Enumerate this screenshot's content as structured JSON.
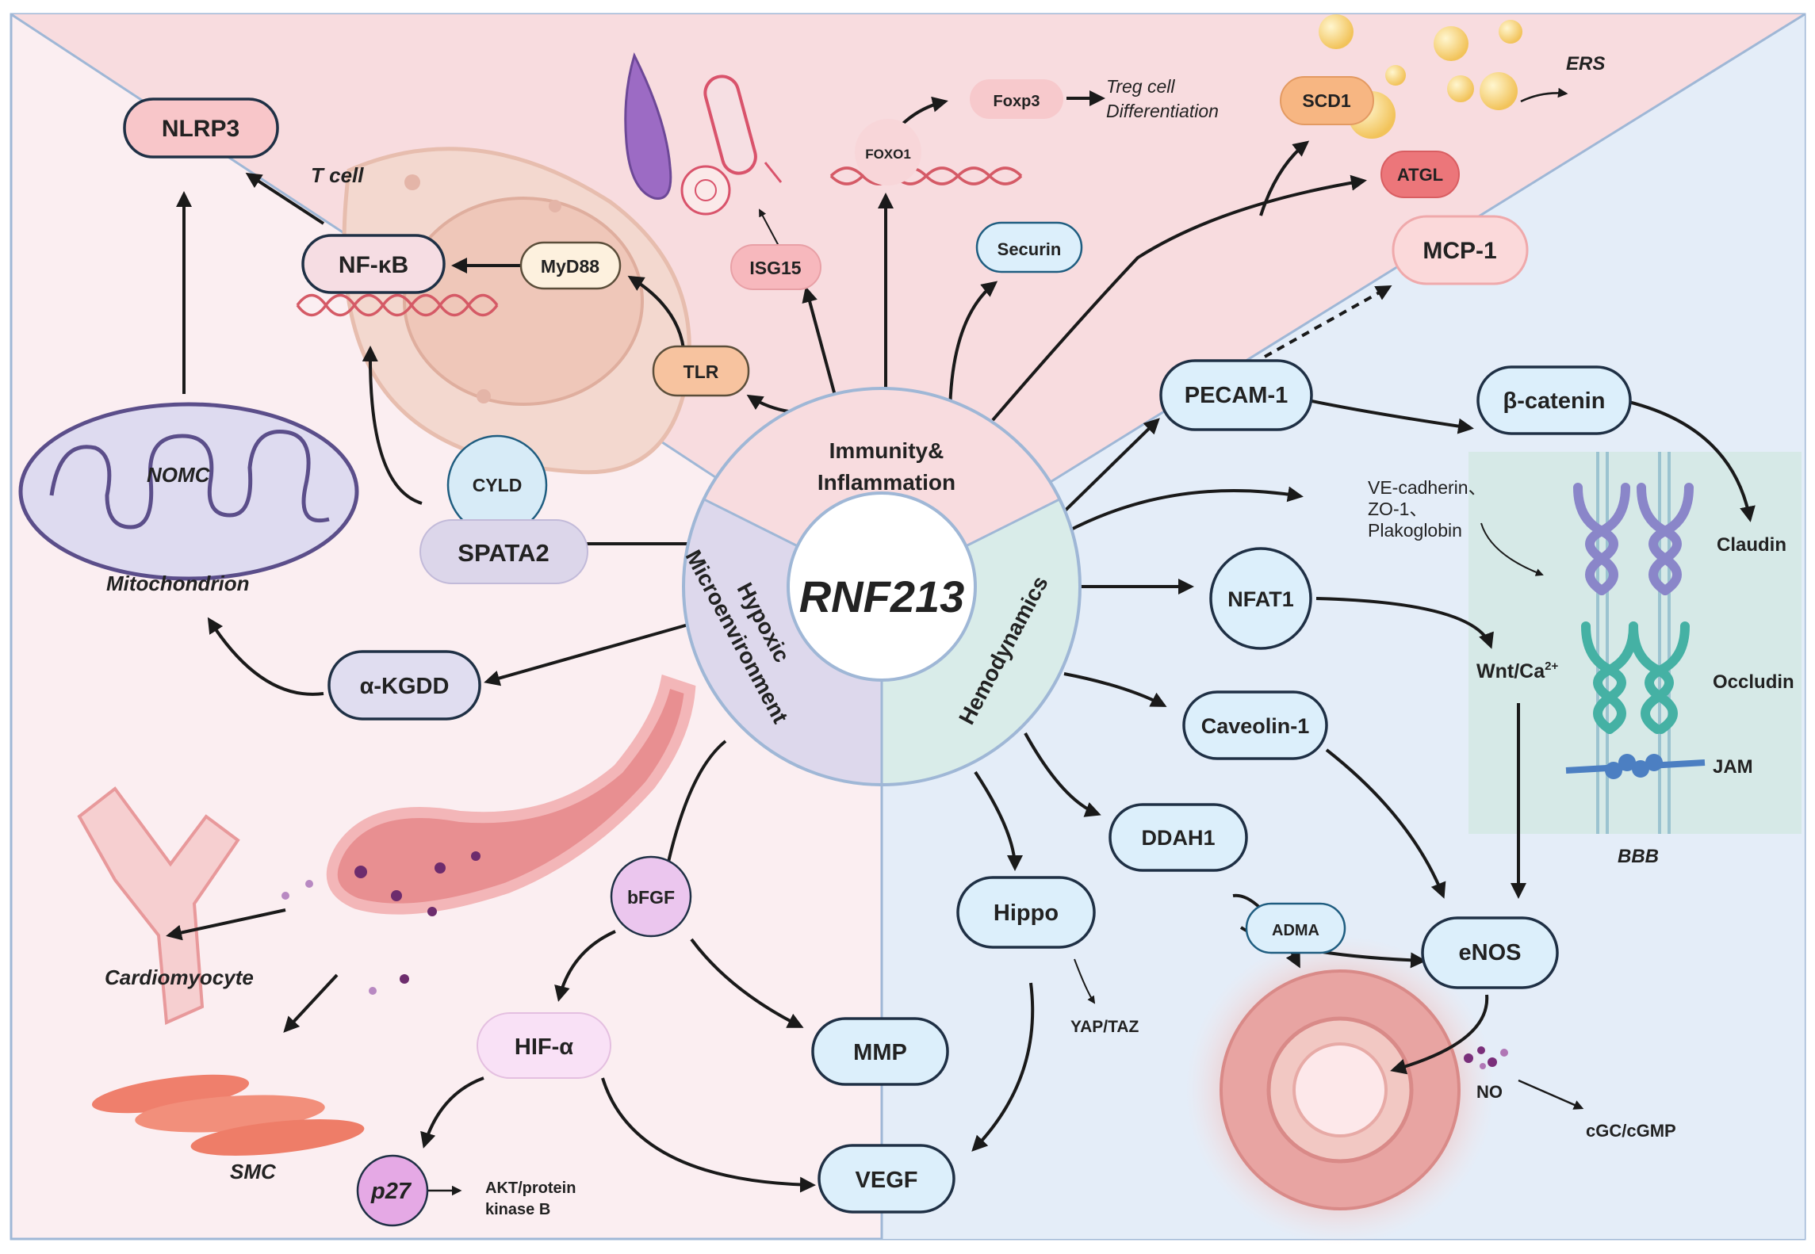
{
  "center": {
    "title": "RNF213",
    "sections": {
      "immunity": [
        "Immunity&",
        "Inflammation"
      ],
      "hypoxic": [
        "Hypoxic",
        "Microenvironment"
      ],
      "hemo": "Hemodynamics"
    }
  },
  "nodes": {
    "nlrp3": "NLRP3",
    "nfkb": "NF-κB",
    "myd88": "MyD88",
    "tlr": "TLR",
    "isg15": "ISG15",
    "foxo1": "FOXO1",
    "foxp3": "Foxp3",
    "treg": [
      "Treg cell",
      "Differentiation"
    ],
    "securin": "Securin",
    "scd1": "SCD1",
    "ers": "ERS",
    "atgl": "ATGL",
    "mcp1": "MCP-1",
    "cyld": "CYLD",
    "spata2": "SPATA2",
    "akgdd": "α-KGDD",
    "bfgf": "bFGF",
    "hifa": "HIF-α",
    "p27": "p27",
    "akt": [
      "AKT/protein",
      "kinase B"
    ],
    "mmp": "MMP",
    "vegf": "VEGF",
    "pecam": "PECAM-1",
    "bcatenin": "β-catenin",
    "vecad": [
      "VE-cadherin、",
      "ZO-1、",
      "Plakoglobin"
    ],
    "nfat1": "NFAT1",
    "wnt": "Wnt/Ca",
    "wnt_sup": "2+",
    "caveolin": "Caveolin-1",
    "ddah1": "DDAH1",
    "adma": "ADMA",
    "hippo": "Hippo",
    "yaptaz": "YAP/TAZ",
    "enos": "eNOS",
    "no": "NO",
    "cgc": "cGC/cGMP"
  },
  "labels": {
    "tcell": "T cell",
    "nomc": "NOMC",
    "mito": "Mitochondrion",
    "cardio": "Cardiomyocyte",
    "smc": "SMC",
    "claudin": "Claudin",
    "occludin": "Occludin",
    "jam": "JAM",
    "bbb": "BBB"
  }
}
